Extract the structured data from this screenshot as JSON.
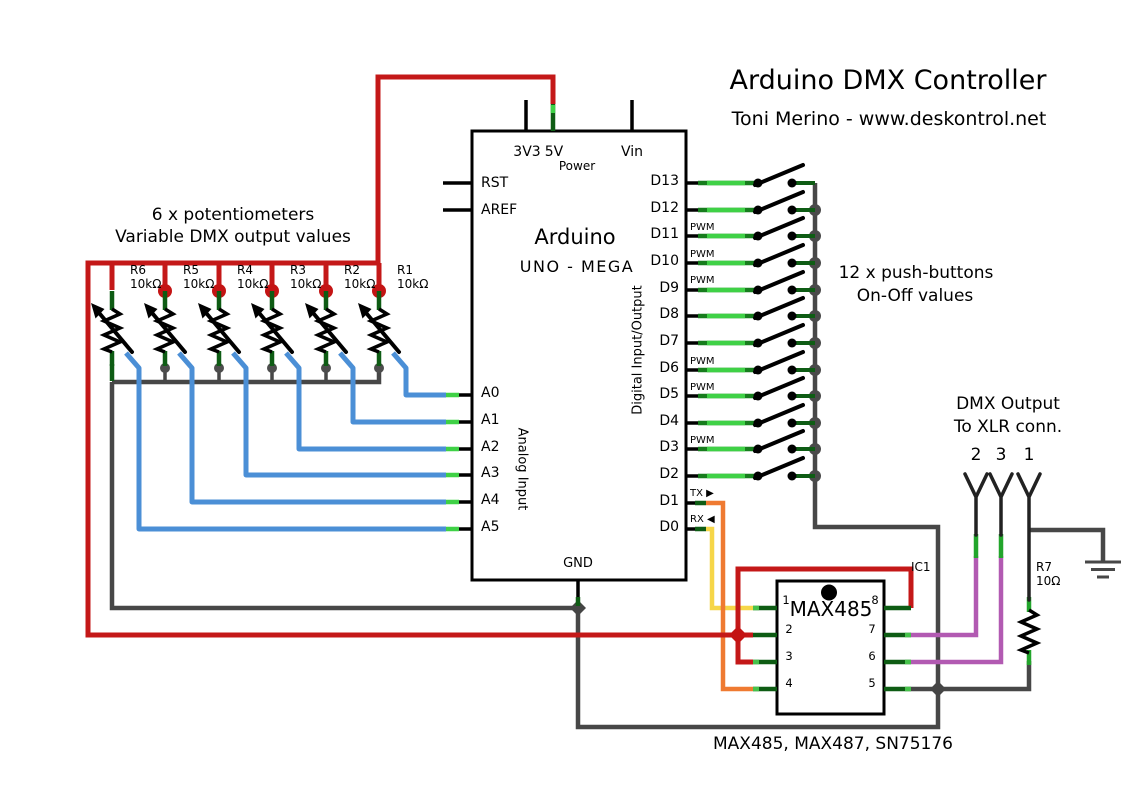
{
  "header": {
    "title": "Arduino DMX Controller",
    "subtitle": "Toni Merino - www.deskontrol.net"
  },
  "colors": {
    "wire-red": "#c41818",
    "junction-red": "#c41414",
    "wire-green": "#22a52b",
    "wire-green-bright": "#3fd146",
    "wire-green-dark": "#0e5c14",
    "wire-blue": "#4b8fd6",
    "wire-gray": "#474747",
    "wire-yellow": "#f6d648",
    "wire-orange": "#ef7a31",
    "wire-purple": "#b25ab2",
    "schematic-black": "#000000"
  },
  "arduino": {
    "name": "Arduino",
    "variant": "UNO - MEGA",
    "power_section": "Power",
    "top_pins": [
      "3V3",
      "5V",
      "Vin"
    ],
    "left_pins": [
      "RST",
      "AREF"
    ],
    "digital_section": "Digital Input/Output",
    "analog_section": "Analog Input",
    "ground_pin": "GND",
    "digital_pins": [
      "D13",
      "D12",
      "D11",
      "D10",
      "D9",
      "D8",
      "D7",
      "D6",
      "D5",
      "D4",
      "D3",
      "D2",
      "D1",
      "D0"
    ],
    "analog_pins": [
      "A0",
      "A1",
      "A2",
      "A3",
      "A4",
      "A5"
    ],
    "pwm_label": "PWM",
    "tx_label": "TX ▶",
    "rx_label": "RX ◀"
  },
  "potentiometers": {
    "heading_line1": "6 x potentiometers",
    "heading_line2": "Variable DMX output values",
    "items": [
      {
        "ref": "R6",
        "value": "10kΩ"
      },
      {
        "ref": "R5",
        "value": "10kΩ"
      },
      {
        "ref": "R4",
        "value": "10kΩ"
      },
      {
        "ref": "R3",
        "value": "10kΩ"
      },
      {
        "ref": "R2",
        "value": "10kΩ"
      },
      {
        "ref": "R1",
        "value": "10kΩ"
      }
    ]
  },
  "push_buttons": {
    "heading_line1": "12 x push-buttons",
    "heading_line2": "On-Off values"
  },
  "dmx_output": {
    "heading_line1": "DMX Output",
    "heading_line2": "To XLR conn.",
    "pin_numbers": [
      "2",
      "3",
      "1"
    ]
  },
  "transceiver": {
    "ref": "IC1",
    "part": "MAX485",
    "pins_left": [
      "1",
      "2",
      "3",
      "4"
    ],
    "pins_right": [
      "8",
      "7",
      "6",
      "5"
    ],
    "compatible_note": "MAX485, MAX487, SN75176"
  },
  "r7": {
    "ref": "R7",
    "value": "10Ω"
  }
}
